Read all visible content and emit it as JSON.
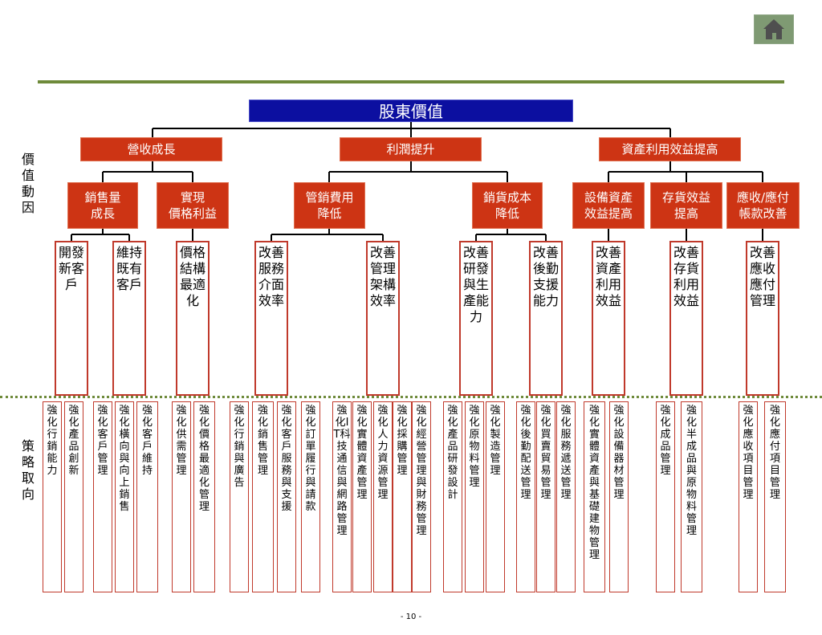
{
  "labels": {
    "drivers": "價值動因",
    "strategy": "策略取向",
    "page_number": "- 10 -"
  },
  "root": "股東價值",
  "level1": [
    "營收成長",
    "利潤提升",
    "資產利用效益提高"
  ],
  "level2": [
    "銷售量\n成長",
    "實現\n價格利益",
    "管銷費用\n降低",
    "銷貨成本\n降低",
    "設備資產\n效益提高",
    "存貨效益\n提高",
    "應收/應付\n帳款改善"
  ],
  "level3": [
    "開發新客戶",
    "維持既有客戶",
    "價格結構最適化",
    "改善服務介面效率",
    "改善管理架構效率",
    "改善研發與生產能力",
    "改善後勤支援能力",
    "改善資產利用效益",
    "改善存貨利用效益",
    "改善應收應付管理"
  ],
  "strategies": [
    "強化行銷能力",
    "強化產品創新",
    "強化客戶管理",
    "強化橫向與向上銷售",
    "強化客戶維持",
    "強化供需管理",
    "強化價格最適化管理",
    "強化行銷與廣告",
    "強化銷售管理",
    "強化客戶服務與支援",
    "強化訂單履行與請款",
    "強化IT科技通信與網路管理",
    "強化實體資產管理",
    "強化人力資源管理",
    "強化採購管理",
    "強化經營管理與財務管理",
    "強化產品研發設計",
    "強化原物料管理",
    "強化製造管理",
    "強化後勤配送管理",
    "強化買賣貿易管理",
    "強化服務遞送管理",
    "強化實體資產與基礎建物管理",
    "強化設備器材管理",
    "強化成品管理",
    "強化半成品與原物料管理",
    "強化應收項目管理",
    "強化應付項目管理"
  ],
  "colors": {
    "root": "#0c0fa0",
    "box_red": "#cd3414",
    "border_red": "#c0392b",
    "rule_green": "#6e8a3a",
    "home": "#7f9a73"
  },
  "icons": {
    "home": "home-icon"
  }
}
